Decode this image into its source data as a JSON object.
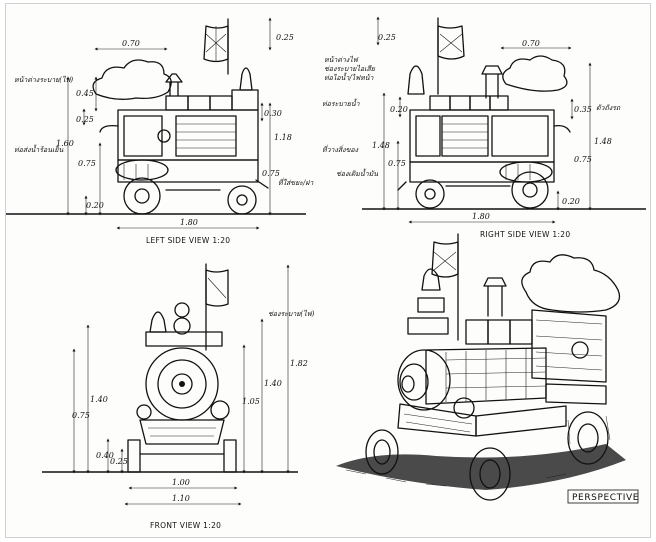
{
  "views": {
    "left_side": {
      "caption": "LEFT SIDE VIEW 1:20",
      "dims": {
        "d_top_width": "0.70",
        "d_flag_h": "0.25",
        "d_h1": "0.45",
        "d_h2": "0.25",
        "d_h_total": "1.60",
        "d_h_mid": "0.75",
        "d_clear": "0.20",
        "d_right_h": "0.30",
        "d_right_total": "1.18",
        "d_right_low": "0.75",
        "d_width": "1.80"
      },
      "notes": {
        "n1": "หน้าต่างระบาย(ไฟ)",
        "n2": "ท่อส่งน้ำร้อนเย็น",
        "n3": "ที่ใส่ขยะ/ฝา"
      }
    },
    "right_side": {
      "caption": "RIGHT SIDE VIEW 1:20",
      "dims": {
        "d_flag_h": "0.25",
        "d_top_width": "0.70",
        "d_h_upper": "0.20",
        "d_h_total": "1.48",
        "d_h_mid": "0.75",
        "d_clear": "0.20",
        "d_right_upper": "0.35",
        "d_right_total": "1.48",
        "d_right_low": "0.75",
        "d_width": "1.80"
      },
      "notes": {
        "n1": "หน้าต่างไฟ",
        "n2": "ช่องระบายไอเสีย",
        "n3": "ท่อไอน้ำ/ไฟหน้า",
        "n4": "ท่อระบายน้ำ",
        "n5": "ที่วางสิ่งของ",
        "n6": "ช่องเติมน้ำมัน",
        "n7": "ตัวถังรถ"
      }
    },
    "front": {
      "caption": "FRONT VIEW 1:20",
      "dims": {
        "d_total": "1.82",
        "d_h1": "1.40",
        "d_h2": "0.75",
        "d_h3": "0.40",
        "d_h4": "0.25",
        "d_r1": "1.40",
        "d_r2": "1.05",
        "d_w1": "1.00",
        "d_w2": "1.10"
      },
      "notes": {
        "n1": "ช่องระบาย(ไฟ)"
      }
    },
    "perspective": {
      "caption": "PERSPECTIVE"
    }
  }
}
